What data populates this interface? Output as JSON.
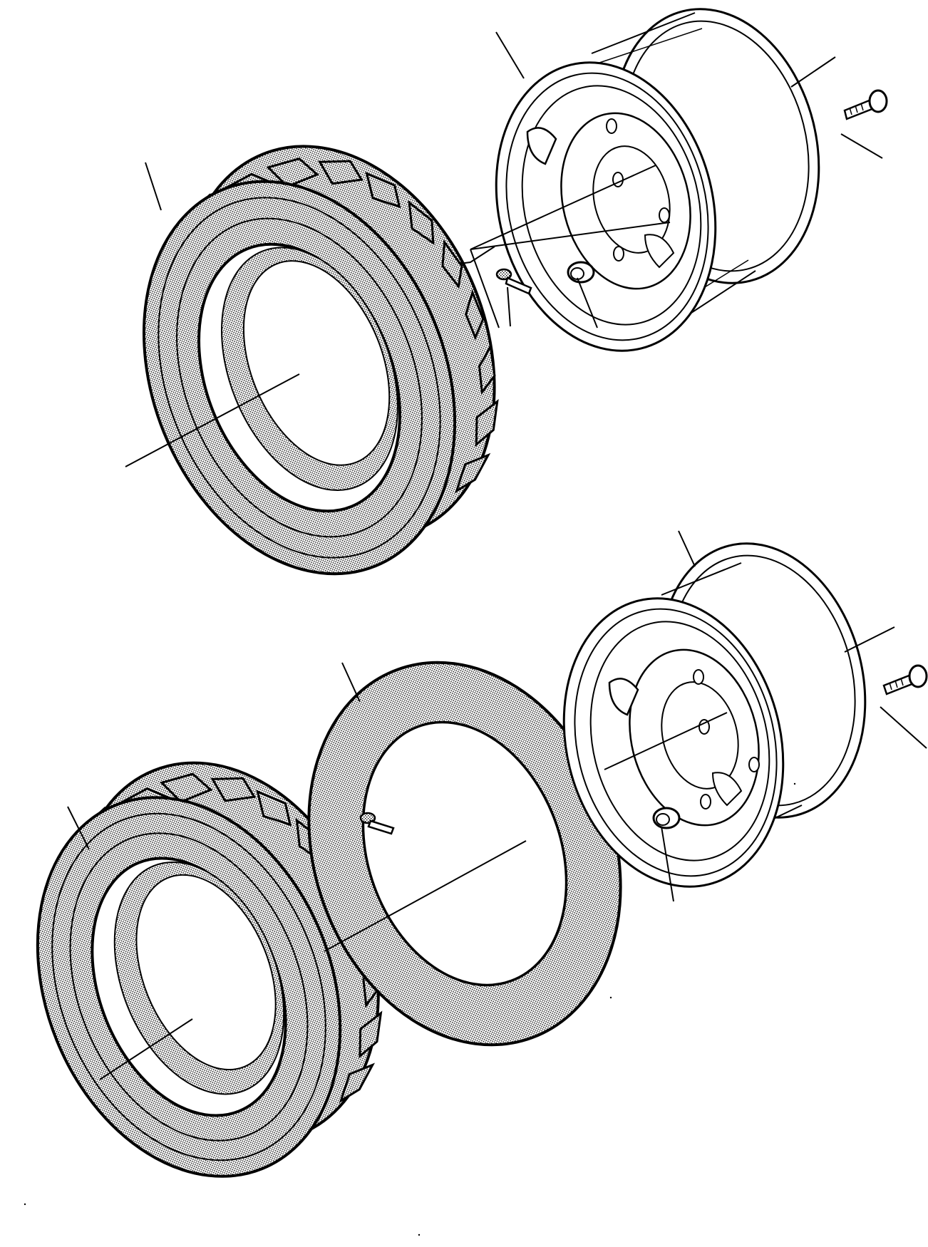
{
  "figure": {
    "caption": "",
    "labels": []
  },
  "colors": {
    "ink": "#000000",
    "paper": "#ffffff",
    "rubber_fill": "#c4c4c4"
  },
  "parts": [
    {
      "part": "tire",
      "assembly": "upper"
    },
    {
      "part": "wheel-rim",
      "assembly": "upper"
    },
    {
      "part": "valve-stem",
      "assembly": "upper"
    },
    {
      "part": "wheel-nut",
      "assembly": "upper"
    },
    {
      "part": "wheel-stud",
      "assembly": "upper"
    },
    {
      "part": "tire",
      "assembly": "lower"
    },
    {
      "part": "inner-tube",
      "assembly": "lower"
    },
    {
      "part": "wheel-rim",
      "assembly": "lower"
    },
    {
      "part": "wheel-nut",
      "assembly": "lower"
    },
    {
      "part": "wheel-stud",
      "assembly": "lower"
    }
  ]
}
